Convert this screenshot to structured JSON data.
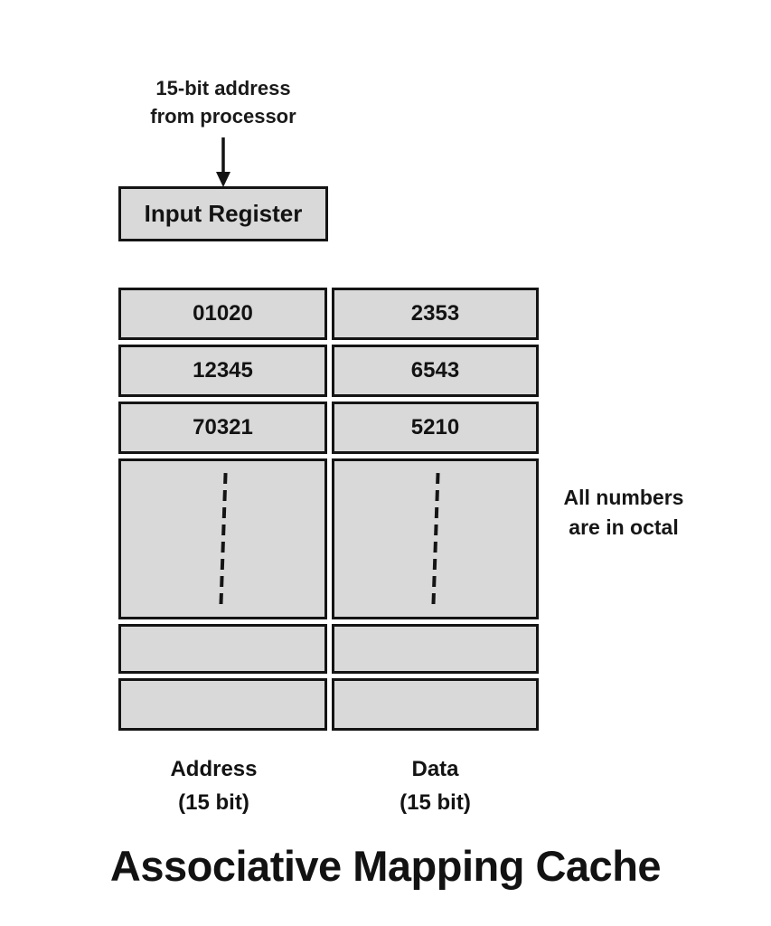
{
  "page": {
    "title": "Associative Mapping Cache",
    "background_color": "#ffffff"
  },
  "processor_label": {
    "line1": "15-bit address",
    "line2": "from processor"
  },
  "input_register": {
    "label": "Input Register"
  },
  "cache_table": {
    "rows": [
      {
        "address": "01020",
        "data": "2353",
        "type": "value"
      },
      {
        "address": "12345",
        "data": "6543",
        "type": "value"
      },
      {
        "address": "70321",
        "data": "5210",
        "type": "value"
      },
      {
        "address": "",
        "data": "",
        "type": "ellipsis"
      },
      {
        "address": "",
        "data": "",
        "type": "empty"
      },
      {
        "address": "",
        "data": "",
        "type": "empty"
      }
    ],
    "column_captions": {
      "address_line1": "Address",
      "address_line2": "(15 bit)",
      "data_line1": "Data",
      "data_line2": "(15 bit)"
    }
  },
  "note": {
    "line1": "All numbers",
    "line2": "are in octal"
  },
  "colors": {
    "cell_fill": "#d9d9d9",
    "border": "#141414",
    "text": "#161616"
  }
}
